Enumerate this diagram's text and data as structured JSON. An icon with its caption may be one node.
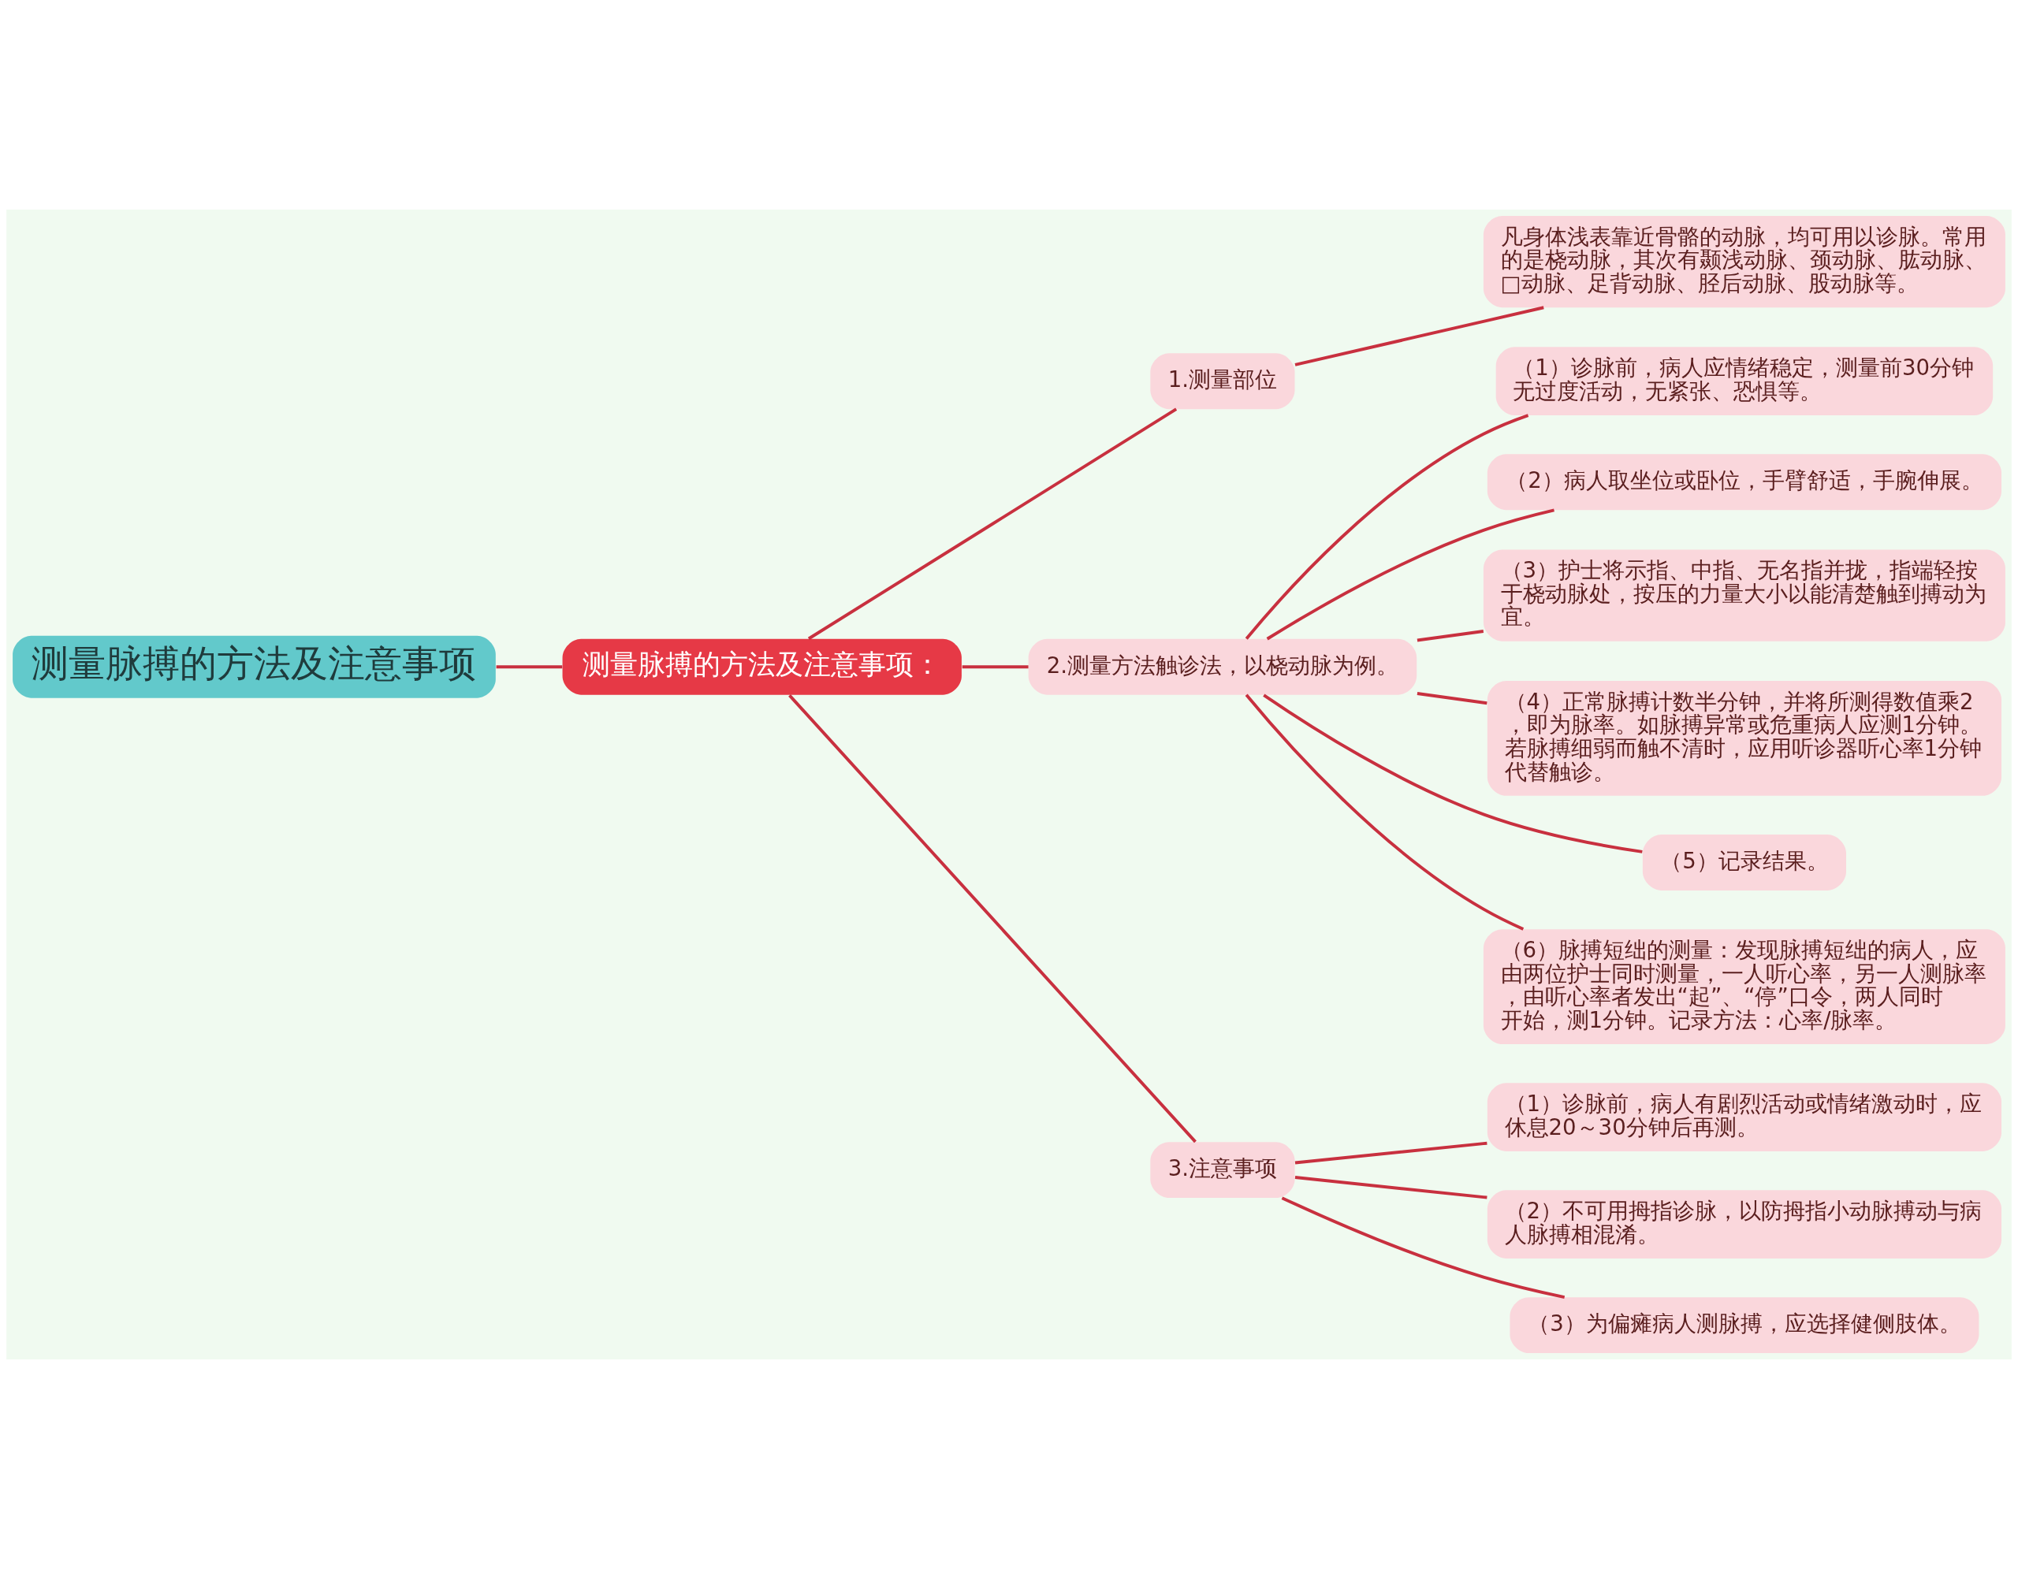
{
  "diagram": {
    "nodes": [
      {
        "text": [
          "测量脉搏的方法及注意事项"
        ]
      },
      {
        "text": [
          "测量脉搏的方法及注意事项："
        ]
      },
      {
        "text": [
          "1.测量部位"
        ]
      },
      {
        "text": [
          "凡身体浅表靠近骨骼的动脉，均可用以诊脉。常用的是桡动脉，其次有颞浅动脉、颈动脉、肱动脉、□动脉、足背动脉、胫后动脉、股动脉等。"
        ]
      },
      {
        "text": [
          "2.测量方法触诊法，以桡动脉为例。"
        ]
      },
      {
        "text": [
          "（1）诊脉前，病人应情绪稳定，测量前30分钟无过度活动，无紧张、恐惧等。"
        ]
      },
      {
        "text": [
          "（2）病人取坐位或卧位，手臂舒适，手腕伸展。"
        ]
      },
      {
        "text": [
          "（3）护士将示指、中指、无名指并拢，指端轻按于桡动脉处，按压的力量大小以能清楚触到搏动为宜。"
        ]
      },
      {
        "text": [
          "（4）正常脉搏计数半分钟，并将所测得数值乘2，即为脉率。如脉搏异常或危重病人应测1分钟。若脉搏细弱而触不清时，应用听诊器听心率1分钟代替触诊。"
        ]
      },
      {
        "text": [
          "（5）记录结果。"
        ]
      },
      {
        "text": [
          "（6）脉搏短绌的测量：发现脉搏短绌的病人，应由两位护士同时测量，一人听心率，另一人测脉率，由听心率者发出“起”、“停”口令，两人同时开始，测1分钟。记录方法：心率/脉率。"
        ]
      },
      {
        "text": [
          "3.注意事项"
        ]
      },
      {
        "text": [
          "（1）诊脉前，病人有剧烈活动或情绪激动时，应休息20～30分钟后再测。"
        ]
      },
      {
        "text": [
          "（2）不可用拇指诊脉，以防拇指小动脉搏动与病人脉搏相混淆。"
        ]
      },
      {
        "text": [
          "（3）为偏瘫病人测脉搏，应选择健侧肢体。"
        ]
      }
    ],
    "edges": [
      {
        "from": 0,
        "to": 1,
        "arrow": "none"
      },
      {
        "from": 1,
        "to": 2,
        "arrow": "none"
      },
      {
        "from": 2,
        "to": 3,
        "arrow": "none"
      },
      {
        "from": 1,
        "to": 4,
        "arrow": "none"
      },
      {
        "from": 4,
        "to": 5,
        "arrow": "none"
      },
      {
        "from": 4,
        "to": 6,
        "arrow": "none"
      },
      {
        "from": 4,
        "to": 7,
        "arrow": "none"
      },
      {
        "from": 4,
        "to": 8,
        "arrow": "none"
      },
      {
        "from": 4,
        "to": 9,
        "arrow": "none"
      },
      {
        "from": 4,
        "to": 10,
        "arrow": "none"
      },
      {
        "from": 1,
        "to": 11,
        "arrow": "none"
      },
      {
        "from": 11,
        "to": 12,
        "arrow": "none"
      },
      {
        "from": 11,
        "to": 13,
        "arrow": "none"
      },
      {
        "from": 11,
        "to": 14,
        "arrow": "none"
      }
    ]
  }
}
